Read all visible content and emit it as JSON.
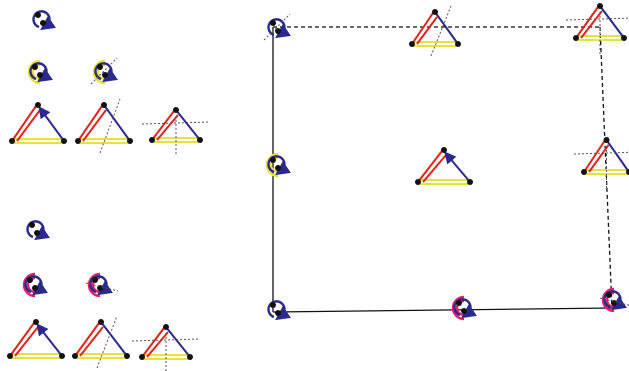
{
  "colors": {
    "blue": "#2b2a8c",
    "red": "#e2231a",
    "yellow": "#e6e23a",
    "pink": "#e0206e",
    "dot": "#111111",
    "cut": "#555555",
    "square": "#111111"
  },
  "left_panel_top": {
    "rows": [
      [
        "blue-loop-icon"
      ],
      [
        "yellow-blue-loop-icon",
        "yellow-blue-cut-loop-icon"
      ],
      [
        "triangle-arrow-icon",
        "triangle-cut-icon",
        "triangle-double-cut-icon"
      ]
    ]
  },
  "left_panel_bottom": {
    "rows": [
      [
        "blue-loop-icon"
      ],
      [
        "pink-blue-loop-icon",
        "pink-blue-cut-loop-icon"
      ],
      [
        "triangle-arrow-icon",
        "triangle-cut-icon",
        "triangle-double-cut-icon"
      ]
    ]
  },
  "square_diagram": {
    "top_edge": "dashed",
    "right_edge": "dashed",
    "left_edge": "solid",
    "bottom_edge": "solid",
    "nodes": [
      "corner-top-left-cut-loop-icon",
      "top-middle-cut-triangle-icon",
      "corner-top-right-double-cut-triangle-icon",
      "left-middle-yellow-loop-icon",
      "center-triangle-icon",
      "right-middle-double-cut-triangle-icon",
      "corner-bottom-left-loop-icon",
      "bottom-middle-pink-loop-icon",
      "corner-bottom-right-pink-cut-loop-icon"
    ]
  }
}
